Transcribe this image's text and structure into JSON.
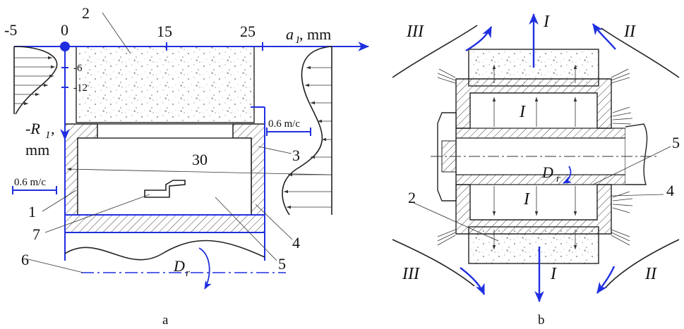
{
  "panel_a": {
    "axis_top_ticks": [
      "-5",
      "0",
      "15",
      "25"
    ],
    "axis_x_label": "a",
    "axis_x_sub": "1",
    "axis_x_unit": ", mm",
    "axis_y_label": "-R",
    "axis_y_sub": "1",
    "axis_y_comma": ",",
    "axis_y_unit": "mm",
    "y_ticks": [
      "-6",
      "-12"
    ],
    "value_30": "30",
    "scale_left": "0.6 m/c",
    "scale_right": "0.6 m/c",
    "part_numbers": [
      "2",
      "3",
      "1",
      "7",
      "4",
      "5",
      "6"
    ],
    "rotation_label": "D",
    "rotation_sub": "r",
    "caption": "a"
  },
  "panel_b": {
    "flow_labels": [
      "III",
      "I",
      "II",
      "I",
      "I",
      "III",
      "I",
      "II"
    ],
    "part_numbers": [
      "5",
      "4",
      "2"
    ],
    "rotation_label": "D",
    "rotation_sub": "r",
    "caption": "b"
  },
  "colors": {
    "accent": "#1f2fe0",
    "ink": "#222222"
  }
}
